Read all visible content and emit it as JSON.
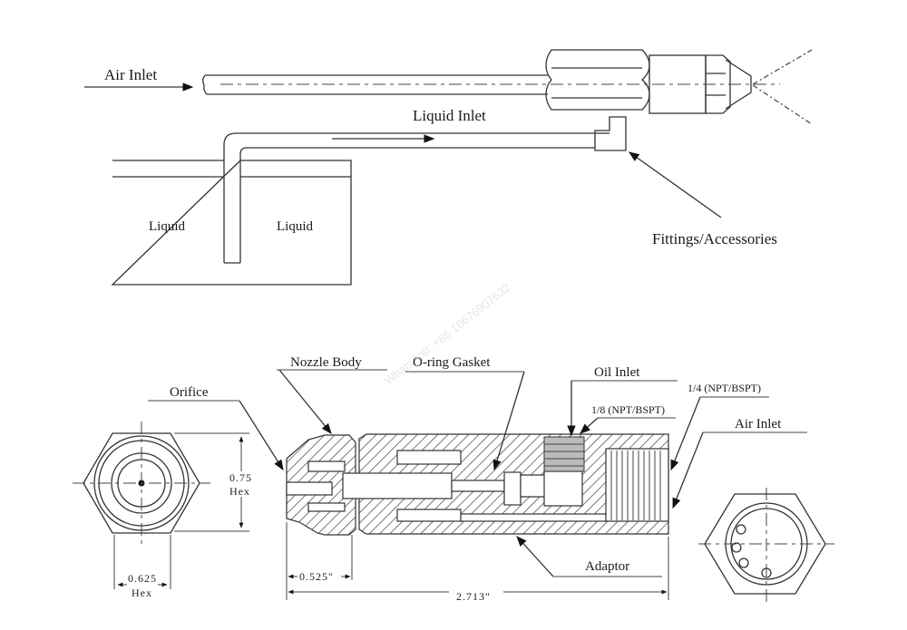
{
  "top_diagram": {
    "labels": {
      "air_inlet": "Air Inlet",
      "liquid_inlet": "Liquid Inlet",
      "liquid_left": "Liquid",
      "liquid_right": "Liquid",
      "fittings": "Fittings/Accessories"
    }
  },
  "bottom_diagram": {
    "labels": {
      "orifice": "Orifice",
      "nozzle_body": "Nozzle Body",
      "o_ring_gasket": "O-ring Gasket",
      "oil_inlet": "Oil Inlet",
      "oil_thread": "1/8 (NPT/BSPT)",
      "air_thread": "1/4 (NPT/BSPT)",
      "air_inlet": "Air Inlet",
      "adaptor": "Adaptor"
    },
    "dimensions": {
      "hex_height_value": "0.75",
      "hex_height_unit": "Hex",
      "hex_width_value": "0.625",
      "hex_width_unit": "Hex",
      "nozzle_length": "0.525\"",
      "total_length": "2.713\""
    }
  },
  "watermark": "WhatsApp: +86 18676907632"
}
